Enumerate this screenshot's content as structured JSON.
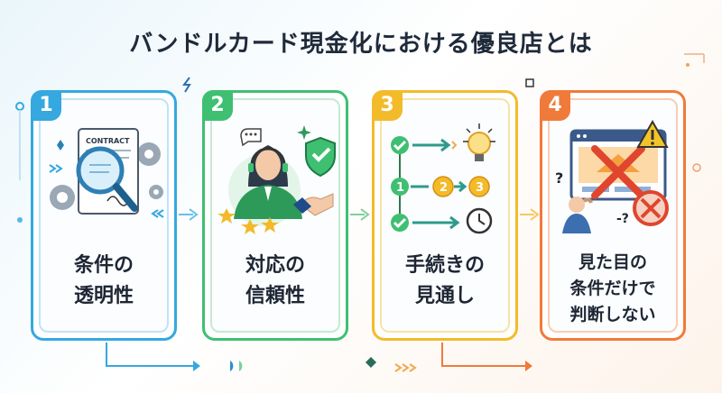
{
  "title": "バンドルカード現金化における優良店とは",
  "colors": {
    "card1": "#35a8e0",
    "card2": "#3fbf72",
    "card3": "#f3bb2a",
    "card4": "#f07a3a"
  },
  "cards": [
    {
      "number": "1",
      "label": "条件の\n透明性",
      "icon": "contract-magnifier-icon",
      "contract_text": "CONTRACT"
    },
    {
      "number": "2",
      "label": "対応の\n信頼性",
      "icon": "support-agent-icon"
    },
    {
      "number": "3",
      "label": "手続きの\n見通し",
      "icon": "process-steps-icon",
      "steps": [
        "1",
        "2",
        "3"
      ]
    },
    {
      "number": "4",
      "label": "見た目の\n条件だけで\n判断しない",
      "icon": "warning-browser-icon"
    }
  ]
}
